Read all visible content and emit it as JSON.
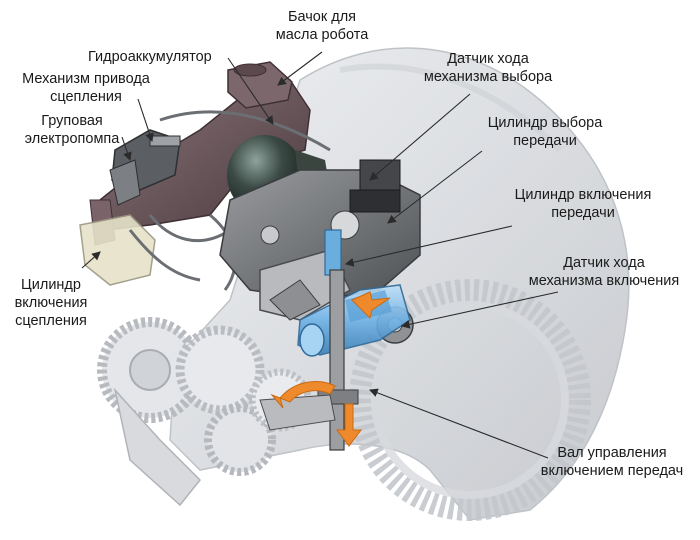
{
  "labels": {
    "oil_tank": [
      "Бачок для",
      "масла робота"
    ],
    "accumulator": [
      "Гидроаккумулятор"
    ],
    "clutch_drive": [
      "Механизм привода",
      "сцепления"
    ],
    "pump": [
      "Груповая",
      "электропомпа"
    ],
    "clutch_cylinder": [
      "Цилиндр",
      "включения",
      "сцепления"
    ],
    "selection_sensor": [
      "Датчик хода",
      "механизма выбора"
    ],
    "selection_cylinder": [
      "Цилиндр выбора",
      "передачи"
    ],
    "engagement_cylinder": [
      "Цилиндр включения",
      "передачи"
    ],
    "engagement_sensor": [
      "Датчик хода",
      "механизма включения"
    ],
    "shift_shaft": [
      "Вал управления",
      "включением передач"
    ]
  },
  "colors": {
    "text": "#1a1a1a",
    "leader": "#2b2b2b",
    "housing": "#d4d6da",
    "tank": "#6e5a5e",
    "accumulator_sphere": "#33413d",
    "cylinder_blue": "#79b8ea",
    "arrow_orange": "#ef8a2c"
  }
}
